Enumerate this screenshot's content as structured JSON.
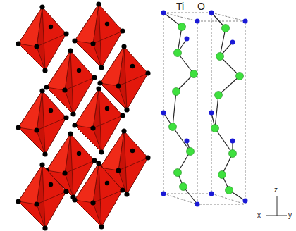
{
  "diagram": {
    "labels": [
      "Ti",
      "O",
      "z",
      "x",
      "y"
    ]
  }
}
